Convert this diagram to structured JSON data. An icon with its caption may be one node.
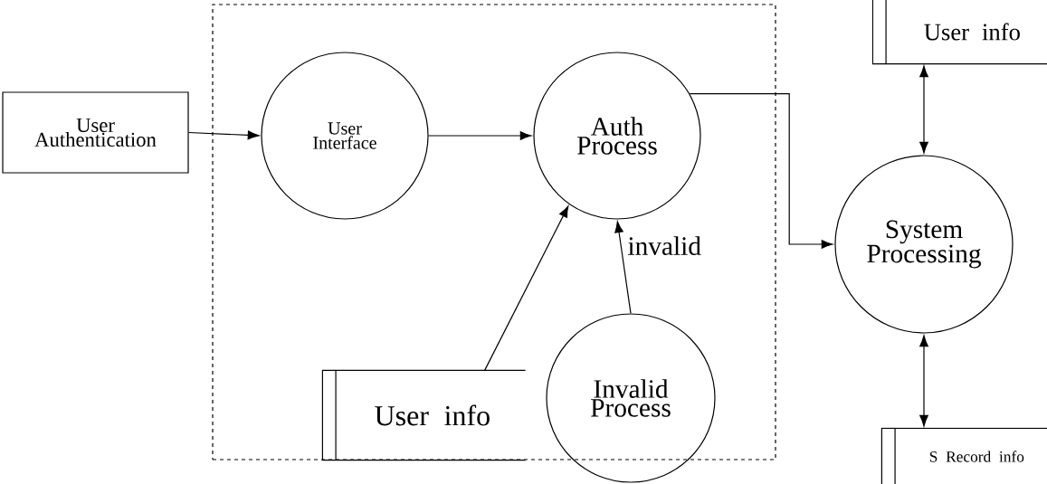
{
  "diagram": {
    "nodes": [
      {
        "text": [],
        "shape": "box"
      },
      {
        "text": [
          "User Authentication"
        ]
      },
      {
        "text": [
          "User Interface"
        ],
        "in": 0
      },
      {
        "text": [
          "Auth Process"
        ],
        "in": 0
      },
      {
        "text": [
          "User info"
        ],
        "in": 0
      },
      {
        "text": [
          "Invalid Process"
        ],
        "in": 0
      },
      {
        "text": [
          "System Processing"
        ]
      },
      {
        "text": [
          "User info"
        ]
      },
      {
        "text": [
          "S Record info"
        ]
      }
    ],
    "edges": [
      {
        "from": 1,
        "to": 2,
        "arrow": "to"
      },
      {
        "from": 2,
        "to": 3,
        "arrow": "to"
      },
      {
        "from": 4,
        "to": 3,
        "arrow": "to"
      },
      {
        "from": 5,
        "to": 3,
        "arrow": "to",
        "label": "invalid"
      },
      {
        "from": 3,
        "to": 6,
        "arrow": "to"
      },
      {
        "from": 7,
        "to": 6,
        "arrow": "both"
      },
      {
        "from": 6,
        "to": 8,
        "arrow": "both"
      }
    ]
  }
}
